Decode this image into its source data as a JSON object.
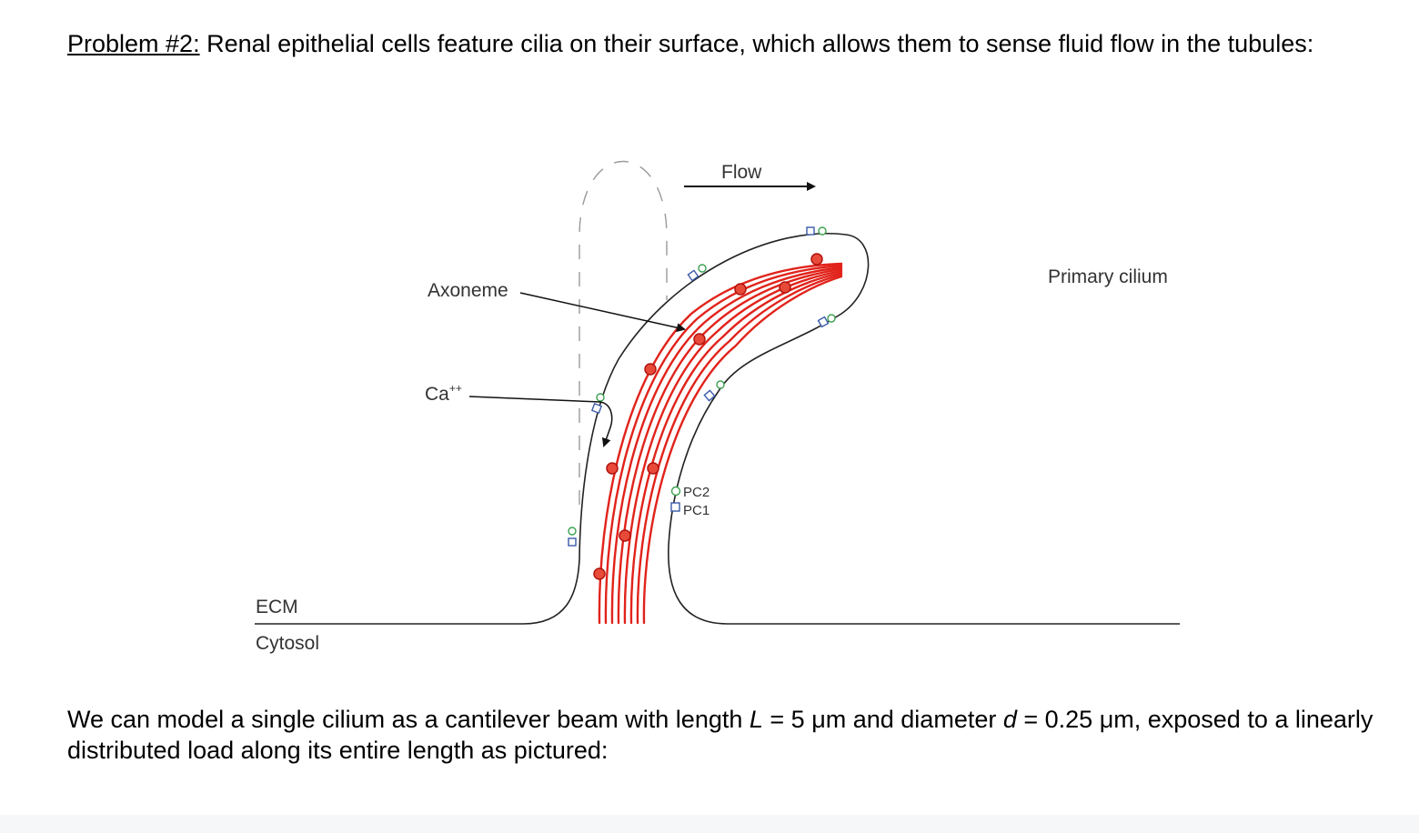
{
  "intro": {
    "problem_label": "Problem #2:",
    "text": " Renal epithelial cells feature cilia on their surface, which allows them to sense fluid flow in the tubules:"
  },
  "figure": {
    "flow_label": "Flow",
    "primary_cilium_label": "Primary cilium",
    "axoneme_label": "Axoneme",
    "calcium_label": "Ca",
    "calcium_superscript": "++",
    "pc2_label": "PC2",
    "pc1_label": "PC1",
    "ecm_label": "ECM",
    "cytosol_label": "Cytosol",
    "colors": {
      "axoneme": "#e1231b",
      "membrane": "#222222",
      "pc1_square": "#3a5aa8",
      "pc2_circle": "#3aa150"
    }
  },
  "outro": {
    "t1": "We can model a single cilium as a cantilever beam with length ",
    "L_var": "L",
    "t2": " = 5 μm and diameter ",
    "d_var": "d",
    "t3": " = 0.25 μm, exposed to a linearly distributed load along its entire length as pictured:"
  }
}
